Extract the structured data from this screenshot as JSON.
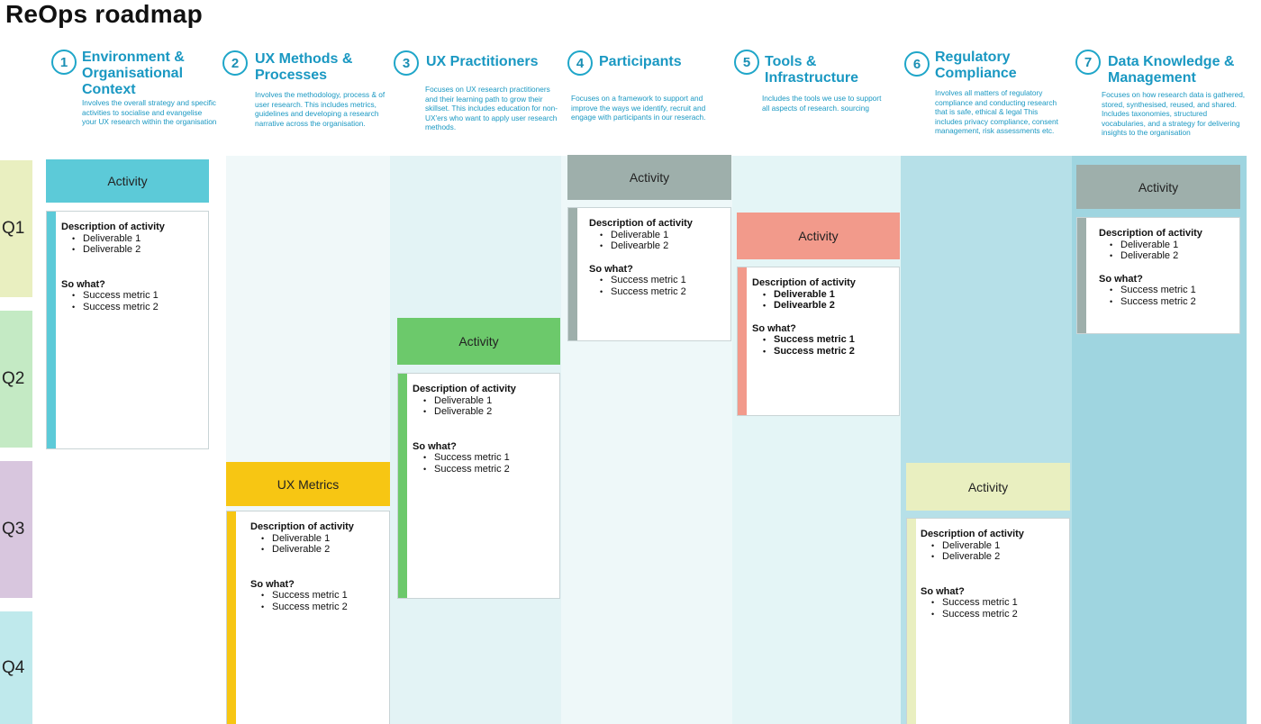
{
  "title": "ReOps roadmap",
  "quarters": [
    "Q1",
    "Q2",
    "Q3",
    "Q4"
  ],
  "colors": {
    "accent_text": "#1a98c2",
    "q1": "#e9efc0",
    "q2": "#c4eac4",
    "q3": "#d8c6de",
    "q4": "#bfe9ec",
    "col2_bg": "#f0f8f9",
    "col3_bg": "#e3f3f5",
    "col4_bg": "#eef8f9",
    "col5_bg": "#e4f5f6",
    "col6_bg": "#b6e0e8",
    "col7_bg": "#9fd5e0",
    "cyan": "#5ccad8",
    "green": "#6cc96b",
    "gray": "#9eafab",
    "salmon": "#f29a8b",
    "yellow": "#f7c613",
    "pale": "#e9efc0"
  },
  "columns": [
    {
      "num": "1",
      "title": "Environment & Organisational Context",
      "desc": "Involves the overall strategy and specific  activities to socialise and evangelise your UX research within the organisation"
    },
    {
      "num": "2",
      "title": "UX Methods & Processes",
      "desc": "Involves the methodology, process & of user research. This includes metrics,  guidelines and developing a research narrative across the organisation."
    },
    {
      "num": "3",
      "title": "UX Practitioners",
      "desc": "Focuses on UX research practitioners and their learning path to grow their skillset. This includes education for non-UX'ers who want to apply user research methods."
    },
    {
      "num": "4",
      "title": "Participants",
      "desc": "Focuses on a framework to support and improve the ways  we identify, recruit and engage with participants in our reserach."
    },
    {
      "num": "5",
      "title": "Tools & Infrastructure",
      "desc": "Includes the tools we use to support all aspects of research. sourcing"
    },
    {
      "num": "6",
      "title": "Regulatory Compliance",
      "desc": "Involves all matters of regulatory compliance and conducting research that is safe, ethical & legal This includes privacy compliance, consent management, risk assessments etc."
    },
    {
      "num": "7",
      "title": "Data Knowledge & Management",
      "desc": "Focuses on how research data is gathered, stored, synthesised, reused, and shared. Includes taxonomies, structured vocabularies, and a strategy for delivering insights to the organisation"
    }
  ],
  "cards": [
    {
      "header": "Activity",
      "desc_heading": "Description of activity",
      "deliverables": [
        "Deliverable 1",
        "Deliverable 2"
      ],
      "so_what": "So what?",
      "metrics": [
        "Success metric 1",
        "Success metric 2"
      ]
    },
    {
      "header": "UX Metrics",
      "desc_heading": "Description of activity",
      "deliverables": [
        "Deliverable 1",
        "Deliverable 2"
      ],
      "so_what": "So what?",
      "metrics": [
        "Success metric 1",
        "Success metric 2"
      ]
    },
    {
      "header": "Activity",
      "desc_heading": "Description of activity",
      "deliverables": [
        "Deliverable 1",
        "Deliverable 2"
      ],
      "so_what": "So what?",
      "metrics": [
        "Success metric 1",
        "Success metric 2"
      ]
    },
    {
      "header": "Activity",
      "desc_heading": "Description of activity",
      "deliverables": [
        "Deliverable 1",
        "Delivearble 2"
      ],
      "so_what": "So what?",
      "metrics": [
        "Success metric 1",
        "Success metric 2"
      ]
    },
    {
      "header": "Activity",
      "desc_heading": "Description of activity",
      "deliverables": [
        "Deliverable 1",
        "Delivearble 2"
      ],
      "so_what": "So what?",
      "metrics": [
        "Success metric 1",
        "Success metric 2"
      ]
    },
    {
      "header": "Activity",
      "desc_heading": "Description of activity",
      "deliverables": [
        "Deliverable 1",
        "Deliverable 2"
      ],
      "so_what": "So what?",
      "metrics": [
        "Success metric 1",
        "Success metric 2"
      ]
    },
    {
      "header": "Activity",
      "desc_heading": "Description of activity",
      "deliverables": [
        "Deliverable 1",
        "Deliverable 2"
      ],
      "so_what": "So what?",
      "metrics": [
        "Success metric 1",
        "Success metric 2"
      ]
    }
  ]
}
